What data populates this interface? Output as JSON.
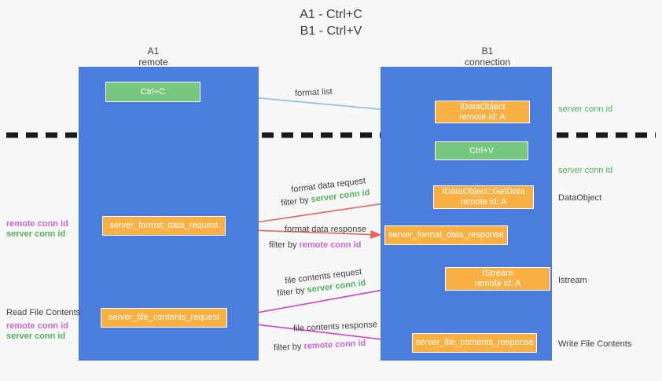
{
  "title": {
    "line1": "A1 - Ctrl+C",
    "line2": "B1 - Ctrl+V"
  },
  "lanes": [
    {
      "id": "a1",
      "name": "A1",
      "sub": "remote"
    },
    {
      "id": "b1",
      "name": "B1",
      "sub": "connection"
    }
  ],
  "boxes": {
    "ctrl_c": "Ctrl+C",
    "idataobject_title": "IDataObject",
    "idataobject_sub": "remote id: A",
    "ctrl_v": "Ctrl+V",
    "getdata_title": "IDataObject::GetData",
    "getdata_sub": "remote id: A",
    "istream_title": "IStream",
    "istream_sub": "remote id: A",
    "server_format_data_request": "server_format_data_request",
    "server_format_data_response": "server_format_data_response",
    "server_file_contents_request": "server_file_contents_request",
    "server_file_contents_response": "server_file_contents_response"
  },
  "side_labels": {
    "server_conn_id_1": "server conn id",
    "server_conn_id_2": "server conn id",
    "dataobject": "DataObject",
    "istream": "Istream",
    "write_file_contents": "Write File Contents"
  },
  "left_annotations": {
    "mid_remote": "remote conn id",
    "mid_server": "server conn id",
    "read_title": "Read File Contents",
    "read_remote": "remote conn id",
    "read_server": "server conn id"
  },
  "edge_labels": {
    "format_list": "format list",
    "format_data_request": "format data request",
    "format_data_request_filter_prefix": "filter by ",
    "format_data_request_filter_value": "server conn id",
    "format_data_response": "format data response",
    "format_data_response_filter_prefix": "filter by ",
    "format_data_response_filter_value": "remote conn id",
    "file_contents_request": "file contents request",
    "file_contents_request_filter_prefix": "filter by ",
    "file_contents_request_filter_value": "server conn id",
    "file_contents_response": "file contents response",
    "file_contents_response_filter_prefix": "filter by ",
    "file_contents_response_filter_value": "remote conn id"
  },
  "colors": {
    "lane": "#4a7ddd",
    "green_box": "#77c77f",
    "orange_box": "#fbb043",
    "server_conn_id": "#51b060",
    "remote_conn_id": "#cc66cc",
    "red_arrow": "#e8645a",
    "magenta_arrow": "#cc44cc",
    "blue_arrow": "#8fb9e8",
    "divider": "#1a1a1a",
    "background": "#f8f8f8"
  }
}
